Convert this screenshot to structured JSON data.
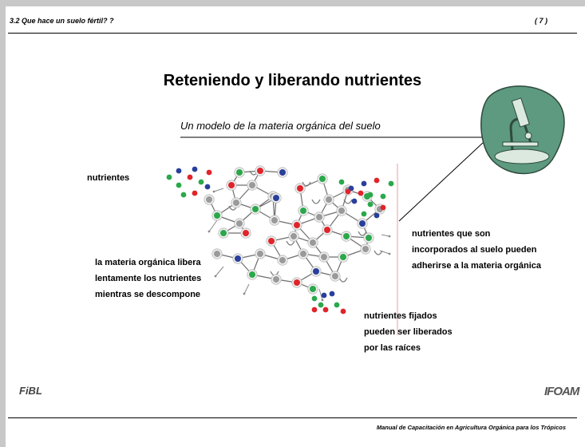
{
  "header": {
    "section": "3.2 Que hace un suelo fértil? ?",
    "page": "( 7 )"
  },
  "title": "Reteniendo y liberando nutrientes",
  "subtitle": "Un modelo de la materia orgánica del suelo",
  "labels": {
    "nutrients": "nutrientes",
    "organic_matter": "la materia orgánica libera lentamente los nutrientes mientras se descompone",
    "incorporated": "nutrientes que son incorporados al suelo pueden adherirse a la materia orgánica",
    "fixed": "nutrientes fijados pueden ser liberados por las raíces"
  },
  "footer": {
    "manual": "Manual de Capacitación en Agricultura Orgánica para los Trópicos",
    "logo_left": "FiBL",
    "logo_right": "IFOAM"
  },
  "icons": {
    "microscope": "microscope-icon"
  },
  "colors": {
    "nutrient_red": "#e0242a",
    "nutrient_green": "#2aa84a",
    "nutrient_blue": "#283f9c",
    "matrix_line": "#6e6e6e",
    "boundary_line": "#e8a0a0",
    "microscope_blob": "#5d9a80"
  }
}
